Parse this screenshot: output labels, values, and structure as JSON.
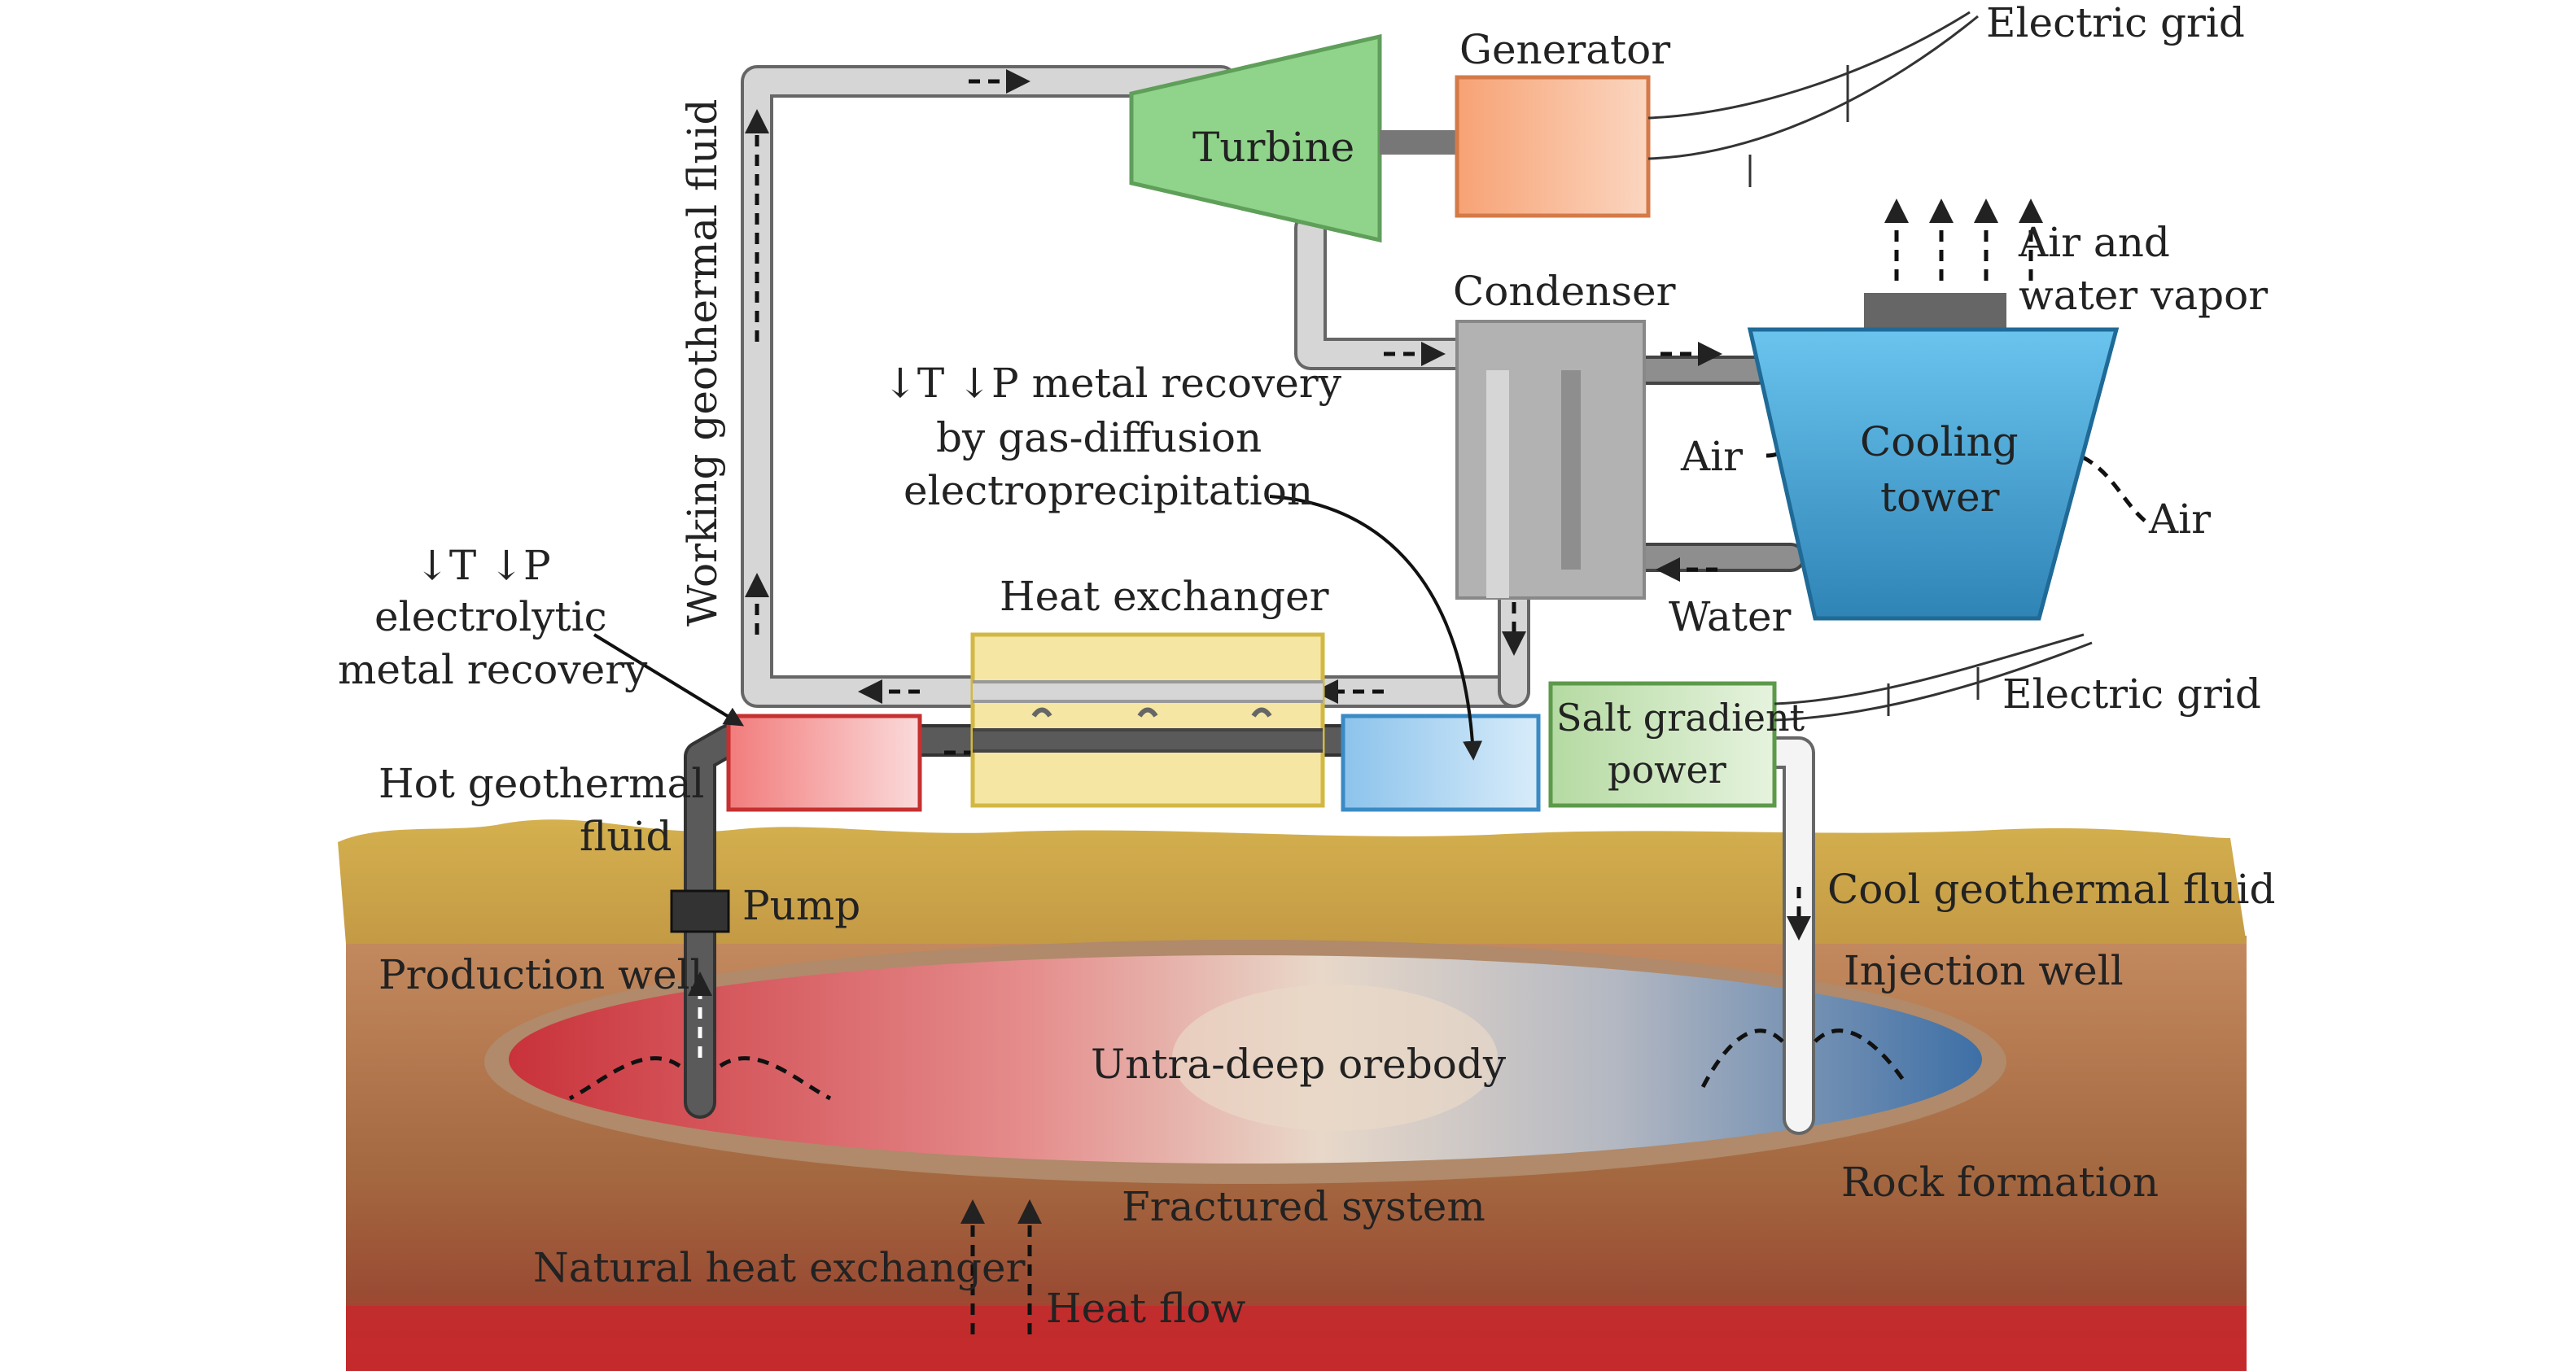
{
  "labels": {
    "electric_grid_top": "Electric grid",
    "generator": "Generator",
    "turbine": "Turbine",
    "air_water_vapor_1": "Air and",
    "air_water_vapor_2": "water vapor",
    "condenser": "Condenser",
    "working_fluid": "Working geothermal fluid",
    "gas_diffusion_1": "↓T ↓P metal recovery",
    "gas_diffusion_2": "by gas-diffusion",
    "gas_diffusion_3": "electroprecipitation",
    "air_left": "Air",
    "cooling_tower_1": "Cooling",
    "cooling_tower_2": "tower",
    "air_right": "Air",
    "electrolytic_1": "↓T ↓P",
    "electrolytic_2": "electrolytic",
    "electrolytic_3": "metal recovery",
    "heat_exchanger": "Heat exchanger",
    "water": "Water",
    "salt_gradient_1": "Salt gradient",
    "salt_gradient_2": "power",
    "electric_grid_bottom": "Electric grid",
    "hot_fluid_1": "Hot geothermal",
    "hot_fluid_2": "fluid",
    "pump": "Pump",
    "cool_fluid": "Cool geothermal fluid",
    "production_well": "Production well",
    "injection_well": "Injection well",
    "orebody": "Untra-deep orebody",
    "rock_formation": "Rock formation",
    "fractured_system": "Fractured system",
    "natural_heat_exchanger": "Natural heat exchanger",
    "heat_flow": "Heat flow"
  },
  "colors": {
    "turbine": "#8fd48a",
    "generator": "#f6b58e",
    "cooling_tower": "#4a9ed0",
    "electrolytic_box": "#f08a8a",
    "electroprecipitation_box": "#9ccbee",
    "salt_gradient_box": "#c6e4b8",
    "heat_exchanger": "#f7e6a0",
    "ground_top": "#c9a34a",
    "rock": "#a86a45",
    "magma": "#c8282a",
    "pipe_light": "#d4d4d4",
    "pipe_dark": "#5a5a5a"
  }
}
